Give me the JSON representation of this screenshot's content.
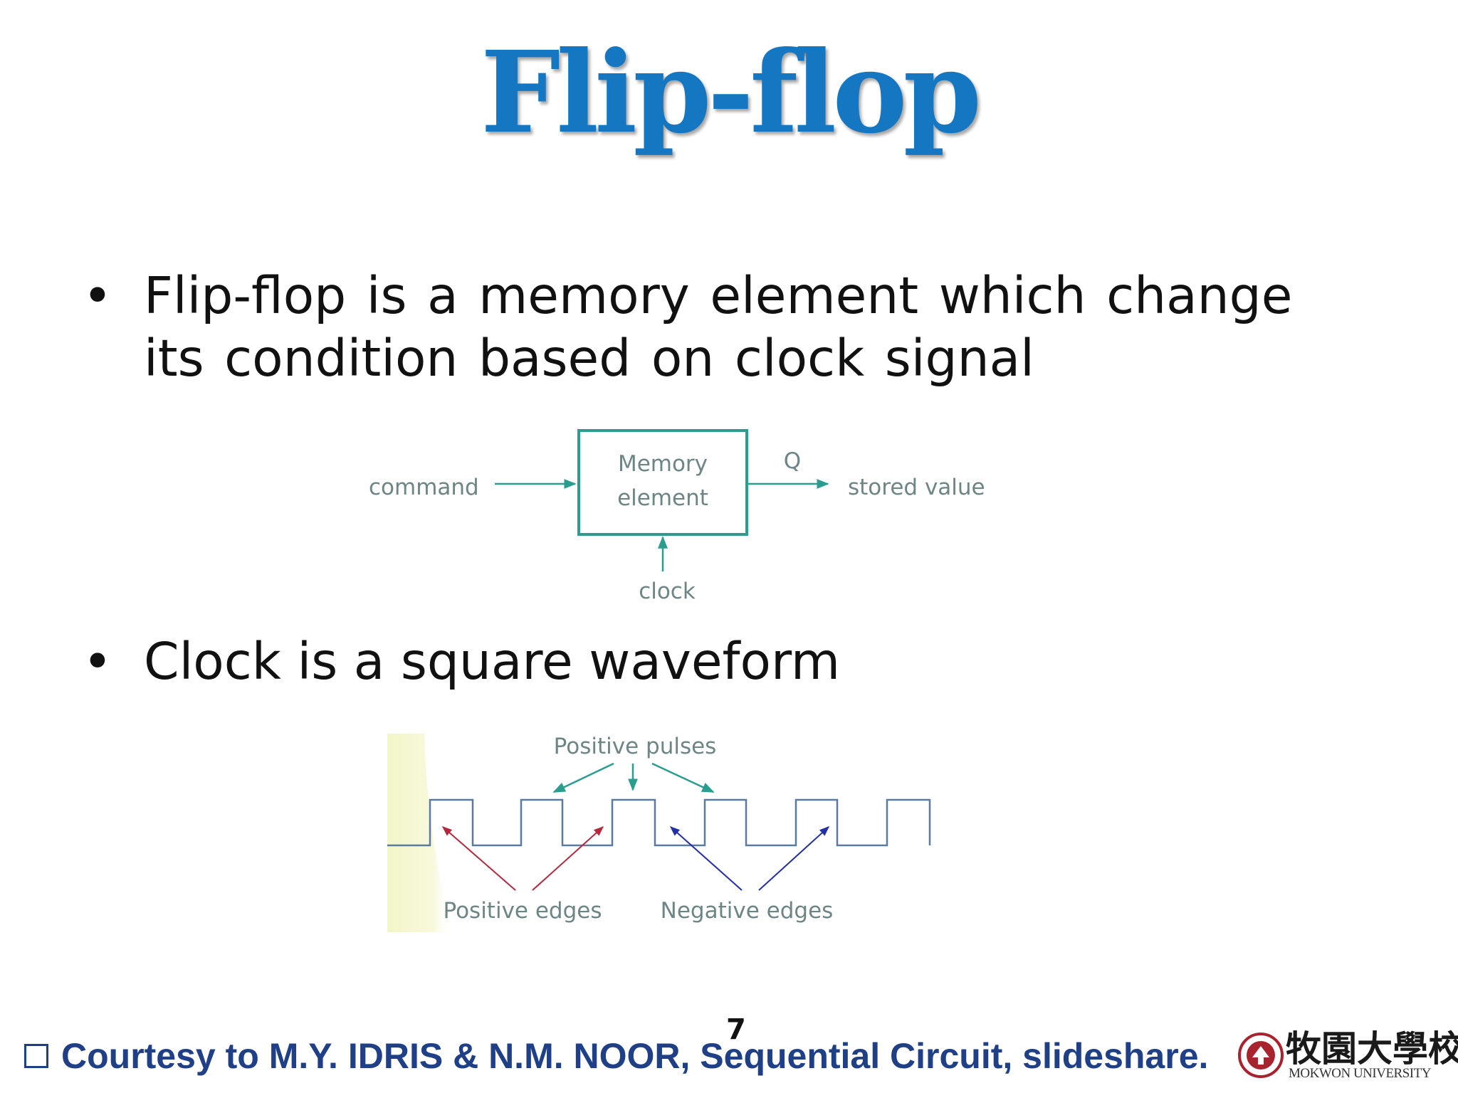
{
  "slide": {
    "title": "Flip-flop",
    "bullets": [
      {
        "marker": "•",
        "text": "Flip-flop is a memory element which change its condition based on clock signal"
      },
      {
        "marker": "•",
        "text": "Clock is a square waveform"
      }
    ],
    "memory_diagram": {
      "input_label": "command",
      "box_line1": "Memory",
      "box_line2": "element",
      "output_symbol": "Q",
      "output_label": "stored value",
      "clock_label": "clock"
    },
    "clock_diagram": {
      "top_label": "Positive pulses",
      "bottom_left_label": "Positive edges",
      "bottom_right_label": "Negative edges"
    },
    "page_number": "7",
    "footer": {
      "text": "Courtesy to M.Y. IDRIS & N.M. NOOR, Sequential Circuit, slideshare."
    },
    "logo": {
      "chinese_name": "牧園大學校",
      "english_name": "MOKWON UNIVERSITY"
    }
  },
  "colors": {
    "title": "#1577c2",
    "diagram_teal": "#2a9d8f",
    "diagram_label": "#6e8585",
    "edge_red": "#b3283c",
    "edge_blue": "#2430a6",
    "wave": "#5a7aa0",
    "footer": "#1f3f86"
  }
}
